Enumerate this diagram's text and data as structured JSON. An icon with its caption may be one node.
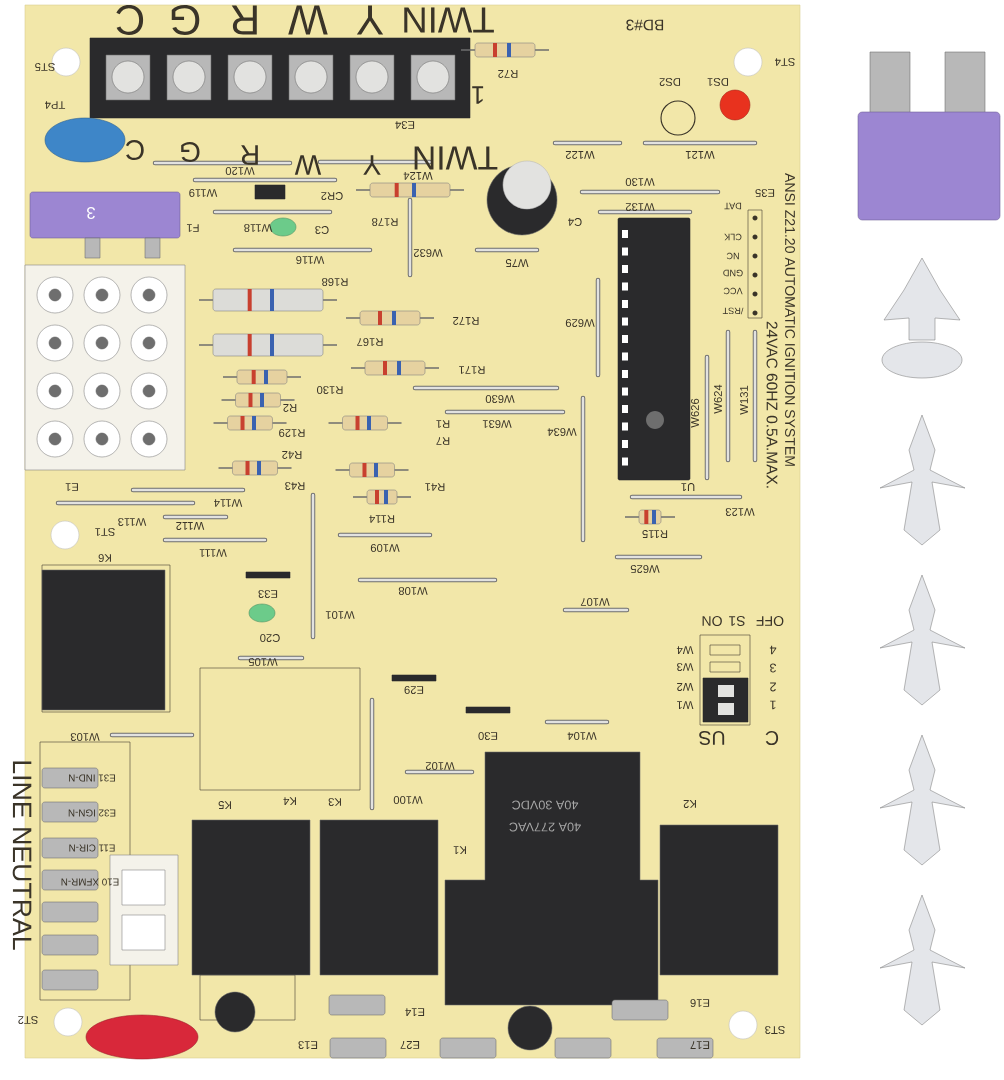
{
  "diagram": {
    "labels": [
      "C",
      "G",
      "R",
      "W",
      "Y",
      "TWIN",
      "ST5",
      "TP4",
      "BD#3",
      "R72",
      "ST4",
      "DS2",
      "DS1",
      "1",
      "E34",
      "C",
      "G",
      "R",
      "W",
      "Y",
      "TWIN",
      "W120",
      "W124",
      "W122",
      "W121",
      "W119",
      "CR2",
      "R178",
      "C4",
      "W130",
      "W132",
      "E35",
      "DAT",
      "CLK",
      "NC",
      "GND",
      "VCC",
      "/RST",
      "ANSI Z21.20 AUTOMATIC IGNITION SYSTEM",
      "24VAC 60HZ 0.5A.MAX.",
      "F1",
      "3",
      "W118",
      "C3",
      "W632",
      "W116",
      "W75",
      "R168",
      "R172",
      "R167",
      "R171",
      "W629",
      "R130",
      "R2",
      "R129",
      "R42",
      "R1",
      "R7",
      "W630",
      "W631",
      "W634",
      "W626",
      "W624",
      "W131",
      "R43",
      "R41",
      "R114",
      "E1",
      "W114",
      "W113",
      "W112",
      "ST1",
      "W111",
      "W109",
      "U1",
      "W123",
      "R115",
      "W625",
      "K6",
      "E33",
      "C20",
      "W101",
      "W108",
      "W107",
      "ON",
      "S1",
      "OFF",
      "4",
      "3",
      "2",
      "1",
      "W4",
      "W3",
      "W2",
      "W1",
      "US",
      "C",
      "W105",
      "E29",
      "W103",
      "E30",
      "W104",
      "W102",
      "K5",
      "K4",
      "K3",
      "W100",
      "40A 30VDC",
      "K2",
      "40A 277VAC",
      "K1",
      "LINE NEUTRAL",
      "E31 IND-N",
      "E32 IGN-N",
      "E11 CIR-N",
      "E10 XFMR-N",
      "E14",
      "E13",
      "E27",
      "E16",
      "E17",
      "ST2",
      "ST3"
    ]
  }
}
